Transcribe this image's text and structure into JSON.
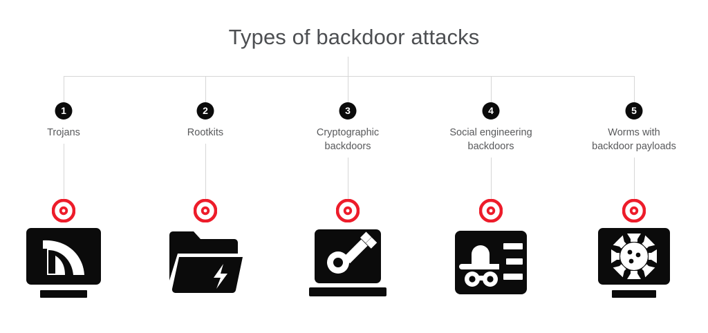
{
  "page": {
    "title": "Types of backdoor attacks",
    "background_color": "#ffffff",
    "title_color": "#4d4f52",
    "accent_color": "#ED1C2A",
    "icon_color": "#0b0b0b",
    "connector_color": "#d6d6d6",
    "label_color": "#58595b"
  },
  "items": [
    {
      "number": "1",
      "label": "Trojans",
      "label_lines": [
        "Trojans"
      ],
      "icon": "monitor-trojan-horse-icon",
      "marker": "red-target-icon"
    },
    {
      "number": "2",
      "label": "Rootkits",
      "label_lines": [
        "Rootkits"
      ],
      "icon": "folder-lightning-bolt-icon",
      "marker": "red-target-icon"
    },
    {
      "number": "3",
      "label": "Cryptographic backdoors",
      "label_lines": [
        "Cryptographic",
        "backdoors"
      ],
      "icon": "laptop-key-icon",
      "marker": "red-target-icon"
    },
    {
      "number": "4",
      "label": "Social engineering backdoors",
      "label_lines": [
        "Social engineering",
        "backdoors"
      ],
      "icon": "spy-hat-glasses-card-icon",
      "marker": "red-target-icon"
    },
    {
      "number": "5",
      "label": "Worms with backdoor payloads",
      "label_lines": [
        "Worms with",
        "backdoor payloads"
      ],
      "icon": "monitor-virus-icon",
      "marker": "red-target-icon"
    }
  ]
}
